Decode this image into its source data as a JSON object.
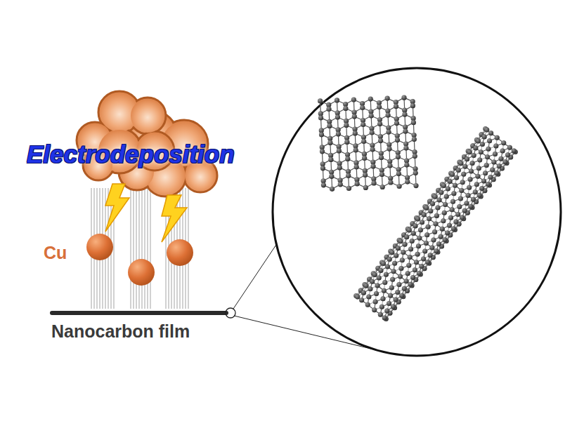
{
  "diagram": {
    "labels": [
      "Electrodeposition",
      "Cu",
      "Nanocarbon film"
    ]
  }
}
